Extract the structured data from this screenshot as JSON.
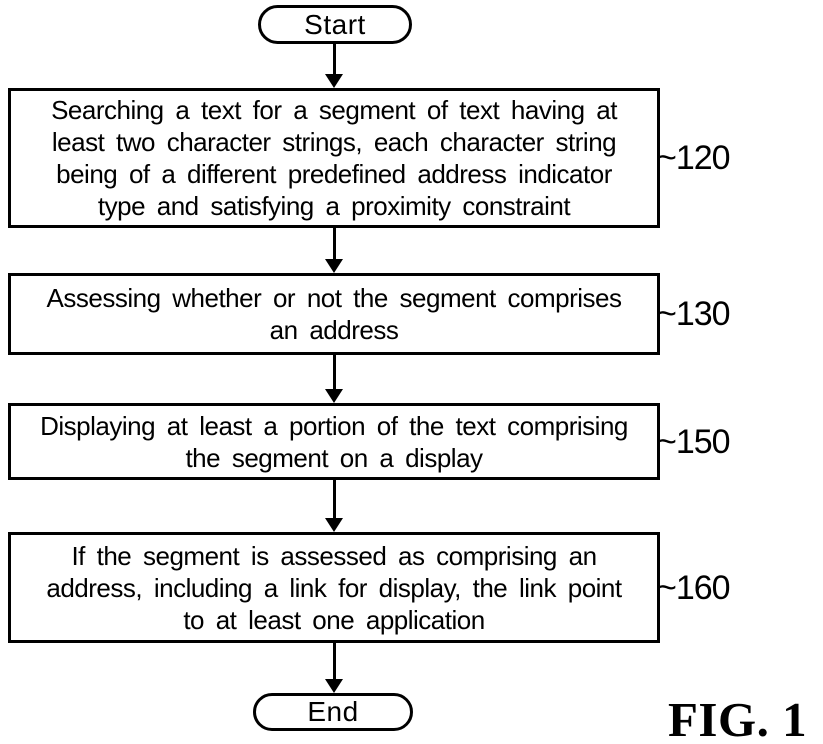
{
  "figure": {
    "fig_label": "FIG. 1",
    "start_label": "Start",
    "end_label": "End",
    "boxes": [
      {
        "ref_label": "~120",
        "lines": [
          "Searching a text for a segment of text having at",
          "least two character strings, each character string",
          "being of a different predefined address indicator",
          "type and satisfying a proximity constraint"
        ]
      },
      {
        "ref_label": "~130",
        "lines": [
          "Assessing whether or not the segment comprises",
          "an address"
        ]
      },
      {
        "ref_label": "~150",
        "lines": [
          "Displaying at least a portion of the text comprising",
          "the segment on a display"
        ]
      },
      {
        "ref_label": "~160",
        "lines": [
          "If the segment is assessed as comprising an",
          "address, including a link for display, the link point",
          "to at least one application"
        ]
      }
    ]
  }
}
